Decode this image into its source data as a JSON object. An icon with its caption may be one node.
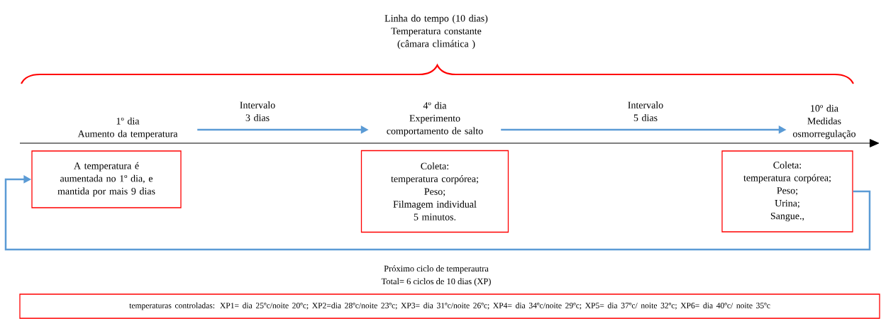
{
  "diagram": {
    "title": "Linha do tempo (10 dias) Temperatura constante (câmara climática )",
    "nodes": [
      {
        "text": [
          "1º dia",
          "Aumento da temperatura"
        ]
      },
      {
        "text": [
          "4º dia",
          "Experimento comportamento de salto"
        ]
      },
      {
        "text": [
          "10º dia",
          "Medidas osmorregulação"
        ]
      },
      {
        "text": [
          "A temperatura é aumentada no 1º dia, e mantida por mais 9 dias"
        ]
      },
      {
        "text": [
          "Coleta:",
          "temperatura corpórea;",
          "Peso;",
          "Filmagem individual 5 minutos."
        ]
      },
      {
        "text": [
          "Coleta:",
          "temperatura corpórea;",
          "Peso;",
          "Urina;",
          "Sangue.,"
        ]
      },
      {
        "text": [
          "temperaturas controladas: XP1= dia 25ºc/noite 20ºc; XP2=dia 28ºc/noite 23ºc; XP3= dia 31ºc/noite 26ºc; XP4= dia 34ºc/noite 29ºc; XP5= dia 37ºc/ noite 32ºc; XP6= dia 40ºc/ noite 35ºc"
        ]
      }
    ],
    "edges": [
      {
        "from": 0,
        "to": 1,
        "arrow": "to",
        "label": "Intervalo 3 dias"
      },
      {
        "from": 1,
        "to": 2,
        "arrow": "to",
        "label": "Intervalo 5 dias"
      },
      {
        "from": 5,
        "to": 3,
        "arrow": "to"
      }
    ],
    "labels": [
      "Próximo ciclo de temperautra",
      "Total= 6 ciclos de 10 dias (XP)"
    ]
  }
}
